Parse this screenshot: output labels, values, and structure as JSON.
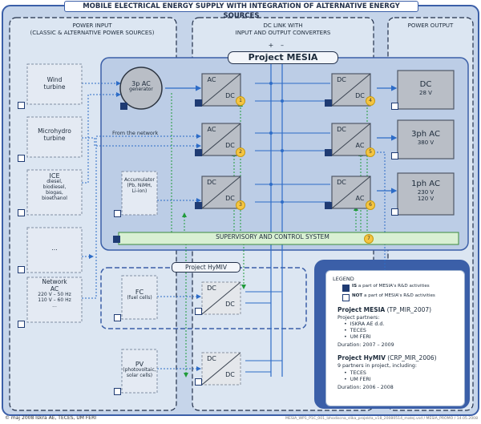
{
  "title": "MOBILE ELECTRICAL ENERGY SUPPLY WITH INTEGRATION OF ALTERNATIVE ENERGY SOURCES",
  "columns": {
    "input": [
      "POWER INPUT",
      "(CLASSIC & ALTERNATIVE POWER SOURCES)"
    ],
    "dclink": [
      "DC LINK WITH",
      "INPUT AND OUTPUT CONVERTERS"
    ],
    "output": "POWER OUTPUT"
  },
  "project_mesia": "Project MESIA",
  "project_hymiv": "Project HyMIV",
  "sources": [
    {
      "name": "Wind turbine",
      "lines": [
        "Wind",
        "turbine"
      ]
    },
    {
      "name": "Microhydro turbine",
      "lines": [
        "Microhydro",
        "turbine"
      ]
    },
    {
      "name": "ICE",
      "lines": [
        "ICE",
        "diesel,",
        "biodiesel,",
        "biogas,",
        "bioethanol"
      ]
    },
    {
      "name": "...",
      "lines": [
        "..."
      ]
    },
    {
      "name": "Network AC",
      "lines": [
        "Network",
        "AC",
        "220 V – 50 Hz",
        "110 V – 60 Hz",
        "..."
      ]
    }
  ],
  "generator": [
    "3p AC",
    "generator"
  ],
  "from_network": "From the network",
  "accumulator": [
    "Accumulator",
    "(Pb, NiMH,",
    "Li-ion)"
  ],
  "fc": [
    "FC",
    "(fuel cells)"
  ],
  "pv": [
    "PV",
    "(photovoltaic,",
    "solar cells)"
  ],
  "converters": {
    "in": [
      [
        "AC",
        "DC"
      ],
      [
        "AC",
        "DC"
      ],
      [
        "DC",
        "DC"
      ]
    ],
    "out": [
      [
        "DC",
        "DC"
      ],
      [
        "DC",
        "AC"
      ],
      [
        "DC",
        "AC"
      ]
    ],
    "hymiv": [
      [
        "DC",
        "DC"
      ],
      [
        "DC",
        "DC"
      ]
    ]
  },
  "badges": [
    "1",
    "2",
    "3",
    "4",
    "5",
    "6",
    "7"
  ],
  "outputs": [
    {
      "name": "DC",
      "lines": [
        "DC",
        "28 V"
      ]
    },
    {
      "name": "3ph AC",
      "lines": [
        "3ph AC",
        "380 V"
      ]
    },
    {
      "name": "1ph AC",
      "lines": [
        "1ph AC",
        "230 V",
        "120 V"
      ]
    }
  ],
  "supervisory": "SUPERVISORY AND CONTROL SYSTEM",
  "bus_plus": "+",
  "bus_minus": "–",
  "legend": {
    "title": "LEGEND",
    "is_bold": "IS",
    "is_text": " a part of MESIA's R&D activities",
    "not_bold": "NOT",
    "not_text": " a part of MESIA's R&D activities",
    "mesia_heading": "Project MESIA",
    "mesia_code": " (TP_MIR_2007)",
    "mesia_partners_label": "Project partners:",
    "mesia_partners": [
      "ISKRA AE d.d.",
      "TECES",
      "UM FERI"
    ],
    "mesia_duration": "Duration: 2007 – 2009",
    "hymiv_heading": "Project HyMIV",
    "hymiv_code": " (CRP_MIR_2006)",
    "hymiv_partners_label": "9 partners in project, including:",
    "hymiv_partners": [
      "TECES",
      "UM FERI"
    ],
    "hymiv_duration": "Duration: 2006 - 2008"
  },
  "footer_left": "© maj 2008 Iskra AE, TECES, UM FERI",
  "footer_right": "MESIA_WP1_P1C_001_Izhodiscna_slika_projekta_v18_20080514_matej.vsd / MESIA_PROMO / 14.05.2008",
  "colors": {
    "frame": "#3b5fa8",
    "panel": "#dce6f2",
    "mesia_fill": "#bccde6",
    "box_fill": "#b9bec6",
    "box_border": "#6e7682",
    "badge": "#f5c542",
    "green_arrow": "#1f9b3a",
    "blue_line": "#2d6cc7",
    "supervisory": "#d9f0d3",
    "title_red": "#d4202a"
  },
  "icons": [
    "checkbox-checked-icon",
    "checkbox-empty-icon",
    "arrow-icon"
  ]
}
